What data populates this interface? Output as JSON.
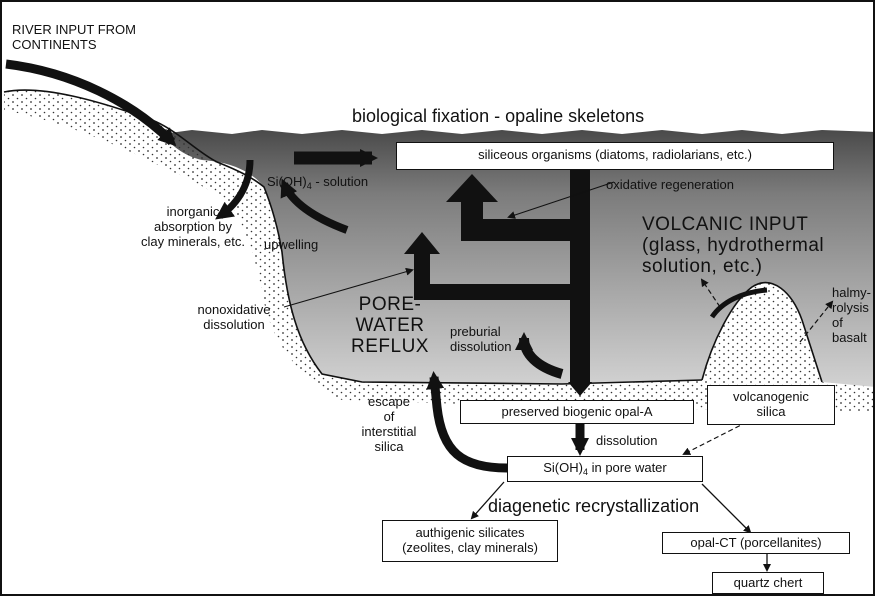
{
  "labels": {
    "river_input": "RIVER INPUT FROM\nCONTINENTS",
    "biological_fixation": "biological fixation - opaline skeletons",
    "siliceous_organisms": "siliceous organisms (diatoms, radiolarians, etc.)",
    "sioh4_solution_pre": "Si(OH)",
    "sioh4_solution_sub": "4",
    "sioh4_solution_post": " - solution",
    "oxidative_regeneration": "oxidative regeneration",
    "inorganic_absorption": "inorganic\nabsorption by\nclay minerals, etc.",
    "upwelling": "upwelling",
    "volcanic_input": "VOLCANIC INPUT\n(glass, hydrothermal\nsolution, etc.)",
    "halmyrolysis": "halmy-\nrolysis\nof\nbasalt",
    "nonoxidative_dissolution": "nonoxidative\ndissolution",
    "pore_water_reflux": "PORE-\nWATER\nREFLUX",
    "preburial_dissolution": "preburial\ndissolution",
    "escape_interstitial": "escape\nof\ninterstitial\nsilica",
    "preserved_opal": "preserved biogenic opal-A",
    "volcanogenic_silica": "volcanogenic\nsilica",
    "dissolution": "dissolution",
    "pore_water_pre": "Si(OH)",
    "pore_water_sub": "4",
    "pore_water_post": " in pore water",
    "diagenetic": "diagenetic recrystallization",
    "authigenic": "authigenic silicates\n(zeolites, clay minerals)",
    "opal_ct": "opal-CT (porcellanites)",
    "quartz_chert": "quartz chert"
  },
  "colors": {
    "water_top": "#4a4a4a",
    "water_bottom": "#d2d2d2",
    "arrow": "#111111",
    "sediment_dots": "#333333"
  }
}
